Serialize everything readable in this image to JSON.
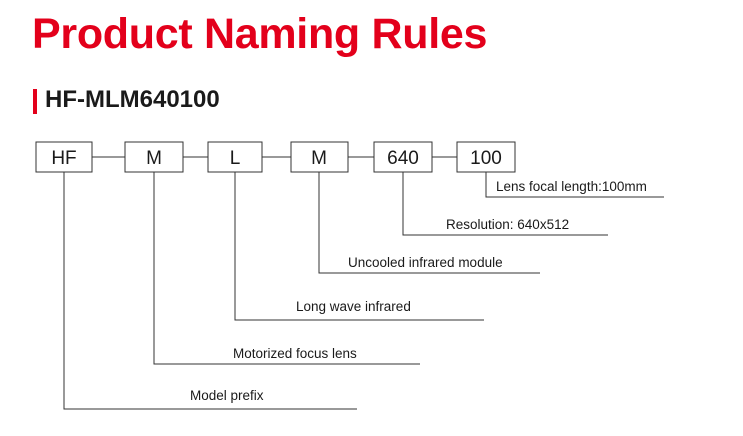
{
  "title": "Product Naming Rules",
  "subtitle": "HF-MLM640100",
  "accent_color": "#e3001b",
  "segments": [
    {
      "code": "HF",
      "meaning": "Model prefix"
    },
    {
      "code": "M",
      "meaning": "Motorized focus lens"
    },
    {
      "code": "L",
      "meaning": "Long wave infrared"
    },
    {
      "code": "M",
      "meaning": "Uncooled infrared module"
    },
    {
      "code": "640",
      "meaning": "Resolution: 640x512"
    },
    {
      "code": "100",
      "meaning": "Lens focal length:100mm"
    }
  ]
}
